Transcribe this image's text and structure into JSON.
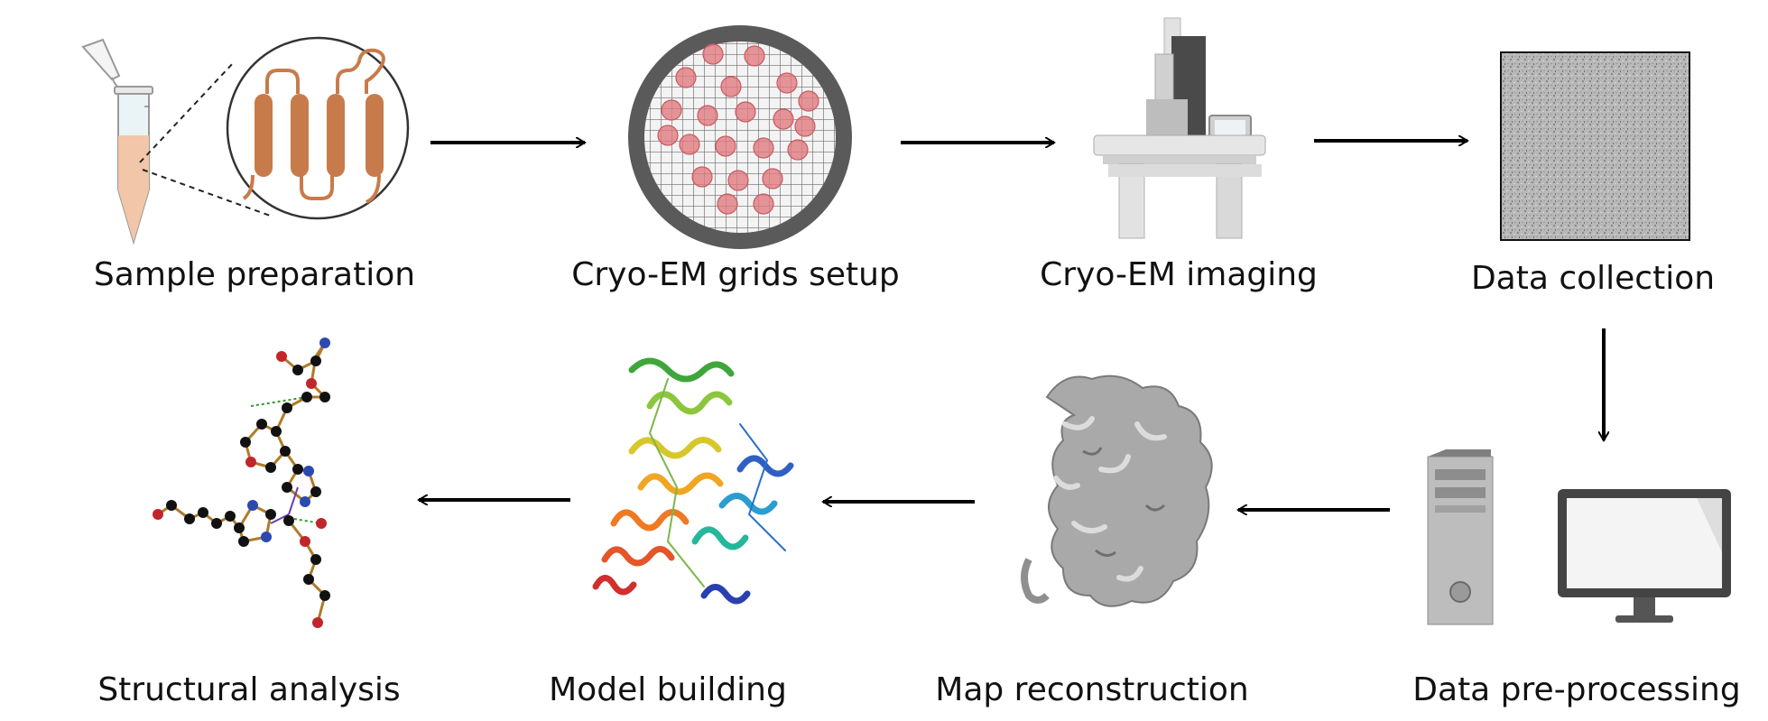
{
  "steps": [
    {
      "label": "Sample preparation",
      "icon": "sample-tube-icon"
    },
    {
      "label": "Cryo-EM grids setup",
      "icon": "cryo-grid-icon"
    },
    {
      "label": "Cryo-EM imaging",
      "icon": "electron-microscope-icon"
    },
    {
      "label": "Data collection",
      "icon": "micrograph-icon"
    },
    {
      "label": "Data pre-processing",
      "icon": "computer-icon"
    },
    {
      "label": "Map reconstruction",
      "icon": "density-map-icon"
    },
    {
      "label": "Model building",
      "icon": "protein-ribbon-icon"
    },
    {
      "label": "Structural analysis",
      "icon": "interaction-diagram-icon"
    }
  ],
  "colors": {
    "arrow": "#000000",
    "protein": "#c87b4a",
    "grid_rim": "#5a5a5a",
    "grid_spot": "#e07a7f",
    "tube_liquid": "#f2c6a8",
    "map": "#a9a9a9"
  }
}
